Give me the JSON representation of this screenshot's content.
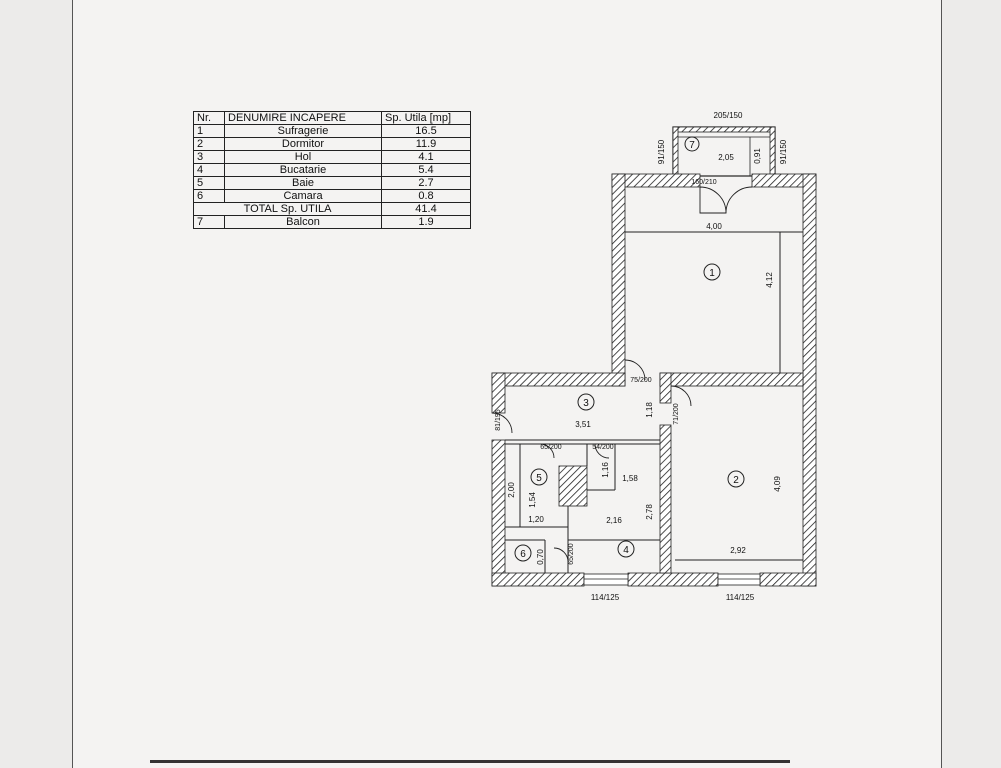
{
  "table": {
    "headers": [
      "Nr.",
      "DENUMIRE INCAPERE",
      "Sp. Utila  [mp]"
    ],
    "rows": [
      {
        "nr": "1",
        "name": "Sufragerie",
        "area": "16.5"
      },
      {
        "nr": "2",
        "name": "Dormitor",
        "area": "11.9"
      },
      {
        "nr": "3",
        "name": "Hol",
        "area": "4.1"
      },
      {
        "nr": "4",
        "name": "Bucatarie",
        "area": "5.4"
      },
      {
        "nr": "5",
        "name": "Baie",
        "area": "2.7"
      },
      {
        "nr": "6",
        "name": "Camara",
        "area": "0.8"
      }
    ],
    "total": {
      "label": "TOTAL Sp. UTILA",
      "area": "41.4"
    },
    "extra": {
      "nr": "7",
      "name": "Balcon",
      "area": "1.9"
    }
  },
  "plan": {
    "room_numbers": [
      "1",
      "2",
      "3",
      "4",
      "5",
      "6",
      "7"
    ],
    "dimensions": {
      "balcony_top": "205/150",
      "balcony_left": "91/150",
      "balcony_right": "91/150",
      "balcony_width": "2,05",
      "balcony_depth": "0,91",
      "balcony_door": "160/210",
      "living_width": "4,00",
      "living_depth": "4,12",
      "door_living": "75/200",
      "hall_width": "3,51",
      "hall_depth": "1,18",
      "hall_door_left": "81/195",
      "hall_door_right": "71/200",
      "bath_door": "65/200",
      "kitchen_door": "54/200",
      "bath_height": "2,00",
      "bath_inner": "1,54",
      "bath_width": "1,20",
      "small_16": "1,16",
      "small_158": "1,58",
      "kitchen_width": "2,16",
      "kitchen_depth": "2,78",
      "bedroom_depth": "4,09",
      "bedroom_width": "2,92",
      "pantry_width": "0,70",
      "pantry_door": "65/200",
      "window_left": "114/125",
      "window_right": "114/125"
    }
  }
}
